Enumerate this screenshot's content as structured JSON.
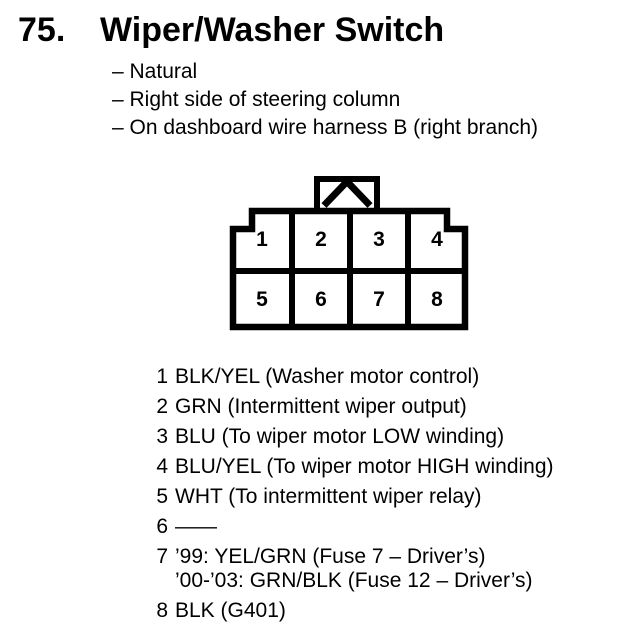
{
  "header": {
    "number": "75.",
    "title": "Wiper/Washer Switch",
    "notes": [
      "– Natural",
      "– Right side of steering column",
      "– On dashboard wire harness B (right branch)"
    ]
  },
  "connector": {
    "cavities": [
      "1",
      "2",
      "3",
      "4",
      "5",
      "6",
      "7",
      "8"
    ]
  },
  "pins": [
    {
      "num": "1",
      "desc": "BLK/YEL (Washer motor control)"
    },
    {
      "num": "2",
      "desc": "GRN (Intermittent wiper output)"
    },
    {
      "num": "3",
      "desc": "BLU (To wiper motor LOW winding)"
    },
    {
      "num": "4",
      "desc": "BLU/YEL (To wiper motor HIGH winding)"
    },
    {
      "num": "5",
      "desc": "WHT (To intermittent wiper relay)"
    },
    {
      "num": "6",
      "desc": "——"
    },
    {
      "num": "7",
      "desc": "’99: YEL/GRN (Fuse 7 – Driver’s)",
      "desc2": "’00-’03: GRN/BLK (Fuse 12 – Driver’s)"
    },
    {
      "num": "8",
      "desc": "BLK (G401)"
    }
  ],
  "colors": {
    "ink": "#000000",
    "paper": "#ffffff"
  }
}
